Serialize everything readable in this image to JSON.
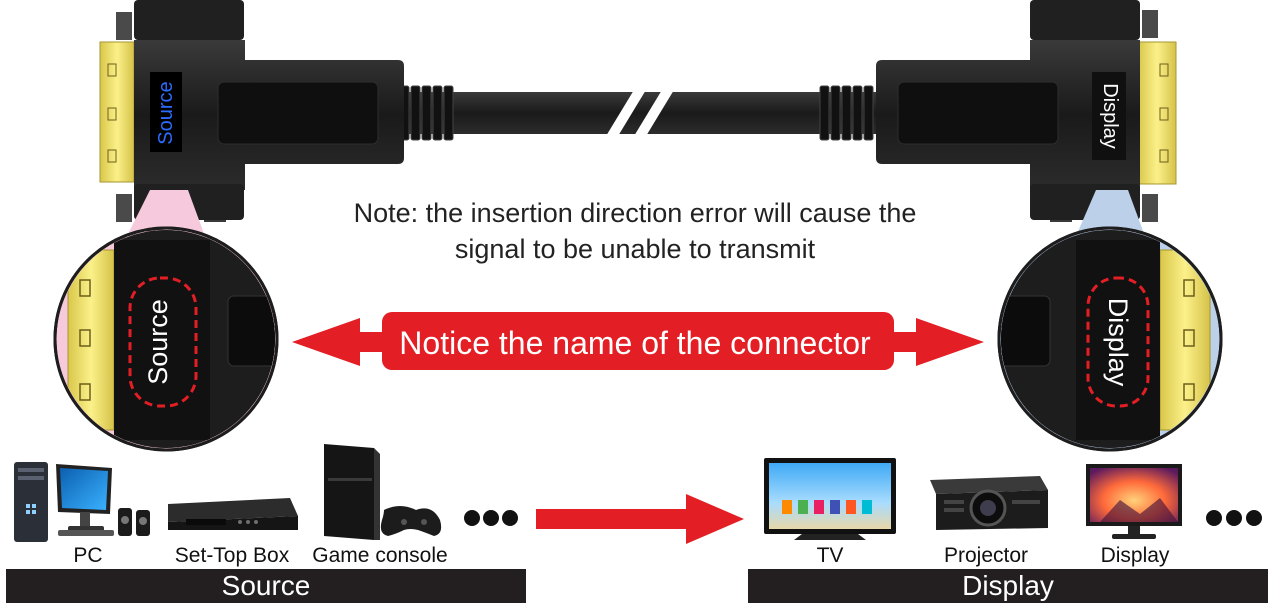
{
  "connectors": {
    "source_label": "Source",
    "display_label": "Display"
  },
  "note": {
    "line1": "Note: the insertion direction error will cause the",
    "line2": "signal to be unable to transmit"
  },
  "notice": {
    "text": "Notice the name of the connector"
  },
  "zoom": {
    "source_label": "Source",
    "display_label": "Display"
  },
  "source_devices": [
    {
      "label": "PC",
      "icon": "pc-icon"
    },
    {
      "label": "Set-Top Box",
      "icon": "set-top-box-icon"
    },
    {
      "label": "Game console",
      "icon": "game-console-icon"
    }
  ],
  "display_devices": [
    {
      "label": "TV",
      "icon": "tv-icon"
    },
    {
      "label": "Projector",
      "icon": "projector-icon"
    },
    {
      "label": "Display",
      "icon": "monitor-icon"
    }
  ],
  "bars": {
    "source": "Source",
    "display": "Display"
  },
  "colors": {
    "accent_red": "#e31e24",
    "connector_black": "#1e1e1e",
    "gold": "#f2e46f",
    "source_pink": "#f6c9dc",
    "display_blue": "#bcd0ea",
    "label_blue": "#2d5bd7"
  }
}
